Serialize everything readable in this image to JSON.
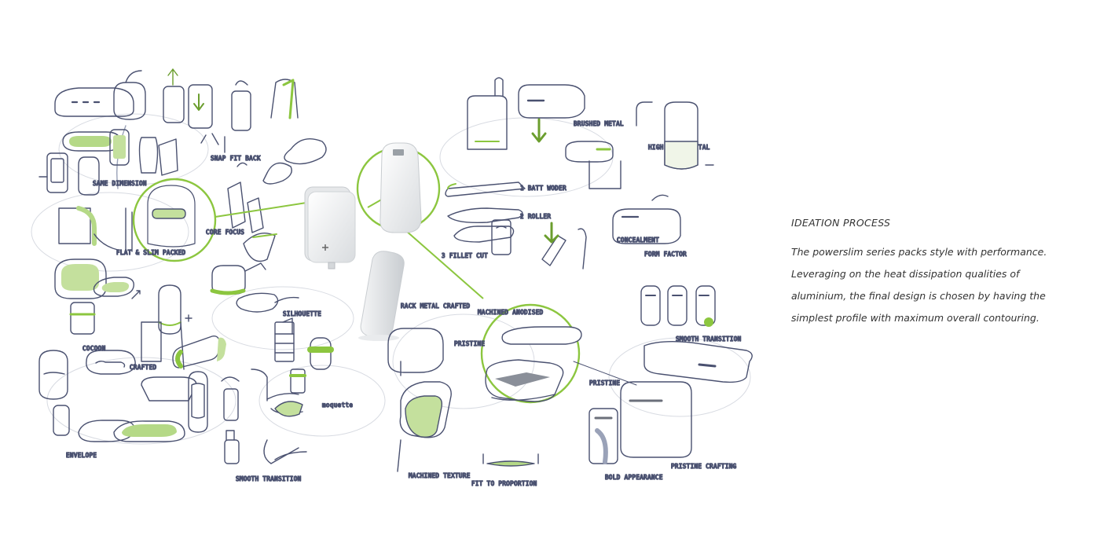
{
  "description_panel": {
    "title": "IDEATION PROCESS",
    "body_lines": [
      "The powerslim series packs style with performance.",
      "Leveraging on the heat dissipation qualities of",
      "aluminium, the final design is chosen by having the",
      "simplest profile with maximum overall contouring."
    ]
  },
  "sketch_annotations": {
    "same_dimension": "SAME DIMENSION",
    "flat_slim_packed": "FLAT & SLIM PACKED",
    "core_focus": "CORE FOCUS",
    "snap_fit_back": "SNAP FIT BACK",
    "cocoon": "COCOON",
    "crafted": "CRAFTED",
    "envelope": "ENVELOPE",
    "moquette": "moquette",
    "silhouette": "SILHOUETTE",
    "brushed_metal": "BRUSHED METAL",
    "batt_indicator": "1 BATT WODER",
    "roller": "2 ROLLER",
    "fillet_cut": "3 FILLET CUT",
    "high_gloss_metal": "HIGH GLOSS METAL",
    "concealment": "CONCEALMENT",
    "form_factor": "FORM FACTOR",
    "rack_metal_crafted": "RACK METAL CRAFTED",
    "machined_anodised": "MACHINED ANODISED",
    "pristine": "PRISTINE",
    "machined_texture": "MACHINED TEXTURE",
    "fit_to_proportion": "FIT TO PROPORTION",
    "bold_appearance": "BOLD APPEARANCE",
    "pristine_crafting": "PRISTINE CRAFTING",
    "smooth_transition": "SMOOTH TRANSITION"
  },
  "colors": {
    "accent_green": "#8cc63f",
    "sketch_ink": "#4a5170",
    "text": "#333333",
    "background": "#ffffff"
  }
}
